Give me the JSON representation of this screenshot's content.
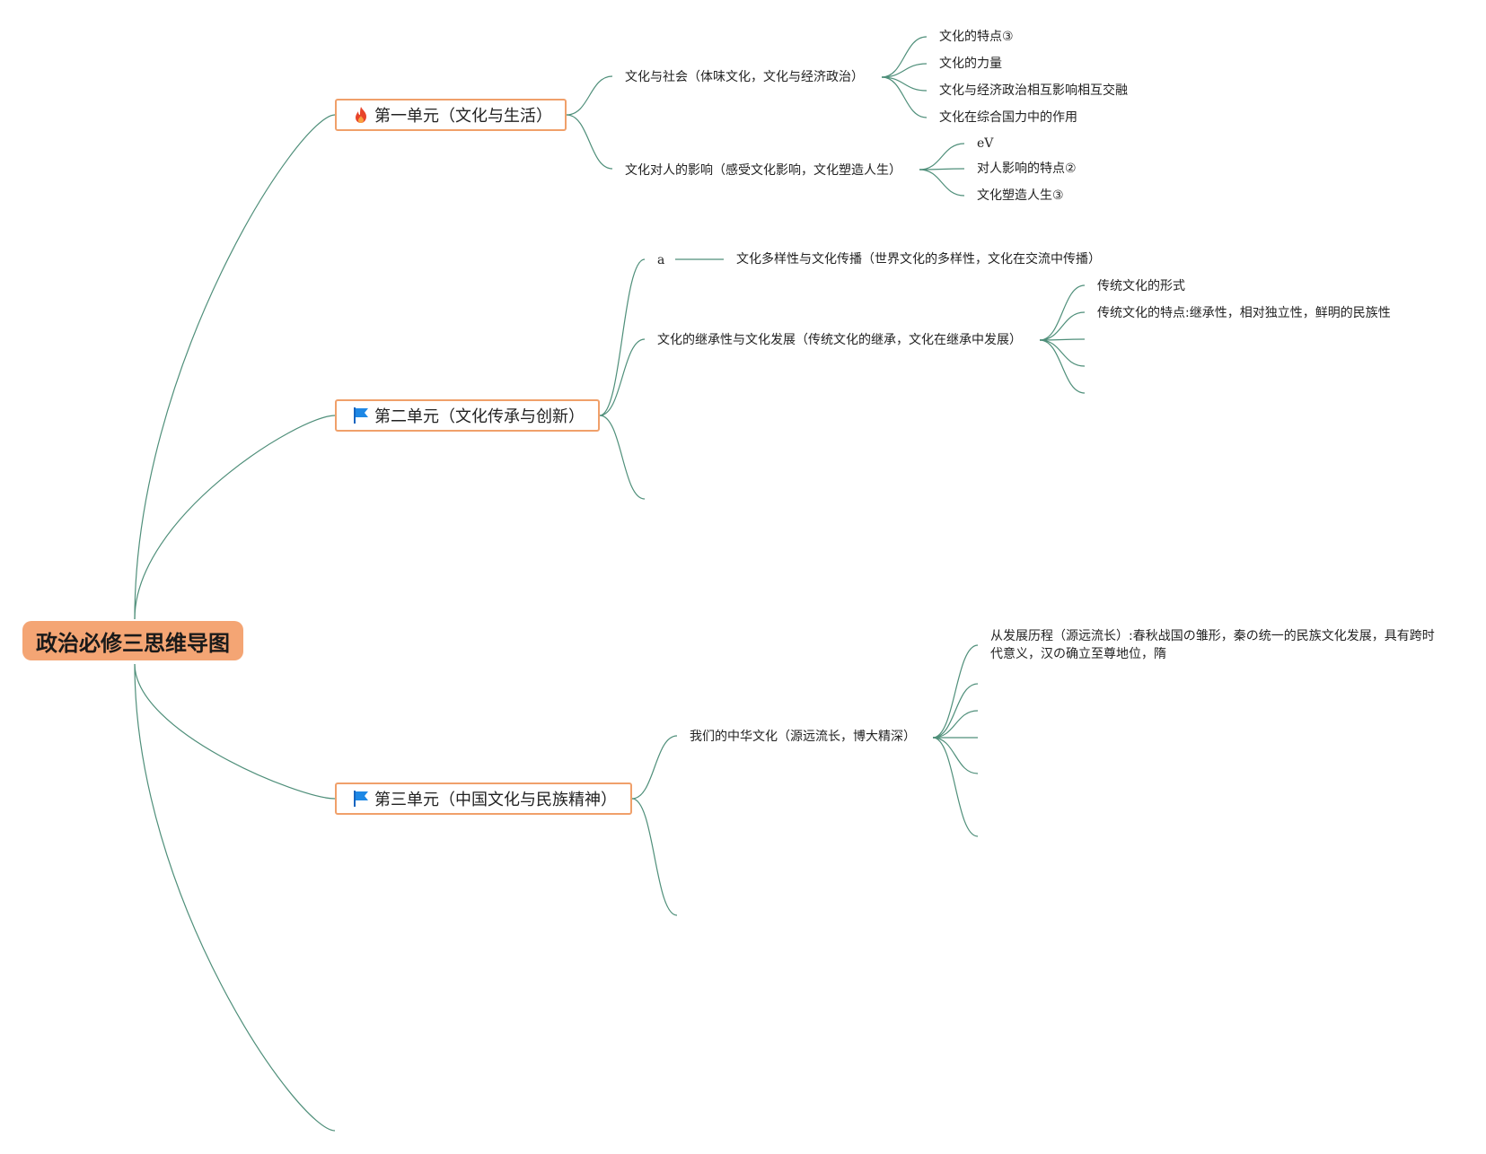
{
  "root": {
    "title": "政治必修三思维导图"
  },
  "unit1": {
    "label": "第一单元（文化与生活）",
    "icon": "fire-icon",
    "sub1": {
      "label": "文化与社会（体味文化，文化与经济政治）",
      "items": [
        "文化的特点③",
        "文化的力量",
        "文化与经济政治相互影响相互交融",
        "文化在综合国力中的作用"
      ]
    },
    "sub2": {
      "label": "文化对人的影响（感受文化影响，文化塑造人生）",
      "items": [
        "eV",
        "对人影响的特点②",
        "文化塑造人生③"
      ]
    }
  },
  "unit2": {
    "label": "第二单元（文化传承与创新）",
    "icon": "flag-icon",
    "sub1": {
      "label": "a",
      "child": "文化多样性与文化传播（世界文化的多样性，文化在交流中传播）"
    },
    "sub2": {
      "label": "文化的继承性与文化发展（传统文化的继承，文化在继承中发展）",
      "items": [
        "传统文化的形式",
        "传统文化的特点:继承性，相对独立性，鲜明的民族性"
      ]
    }
  },
  "unit3": {
    "label": "第三单元（中国文化与民族精神）",
    "icon": "flag-icon",
    "sub1": {
      "label": "我们的中华文化（源远流长，博大精深）",
      "items": [
        "从发展历程（源远流长）:春秋战国の雏形，秦の统一的民族文化发展，具有跨时代意义，汉の确立至尊地位，隋"
      ]
    }
  },
  "colors": {
    "root_fill": "#f4a574",
    "unit_border": "#f0a06a",
    "link": "#4f8f7a",
    "fire": "#e8442a",
    "flag": "#1e88e5"
  }
}
